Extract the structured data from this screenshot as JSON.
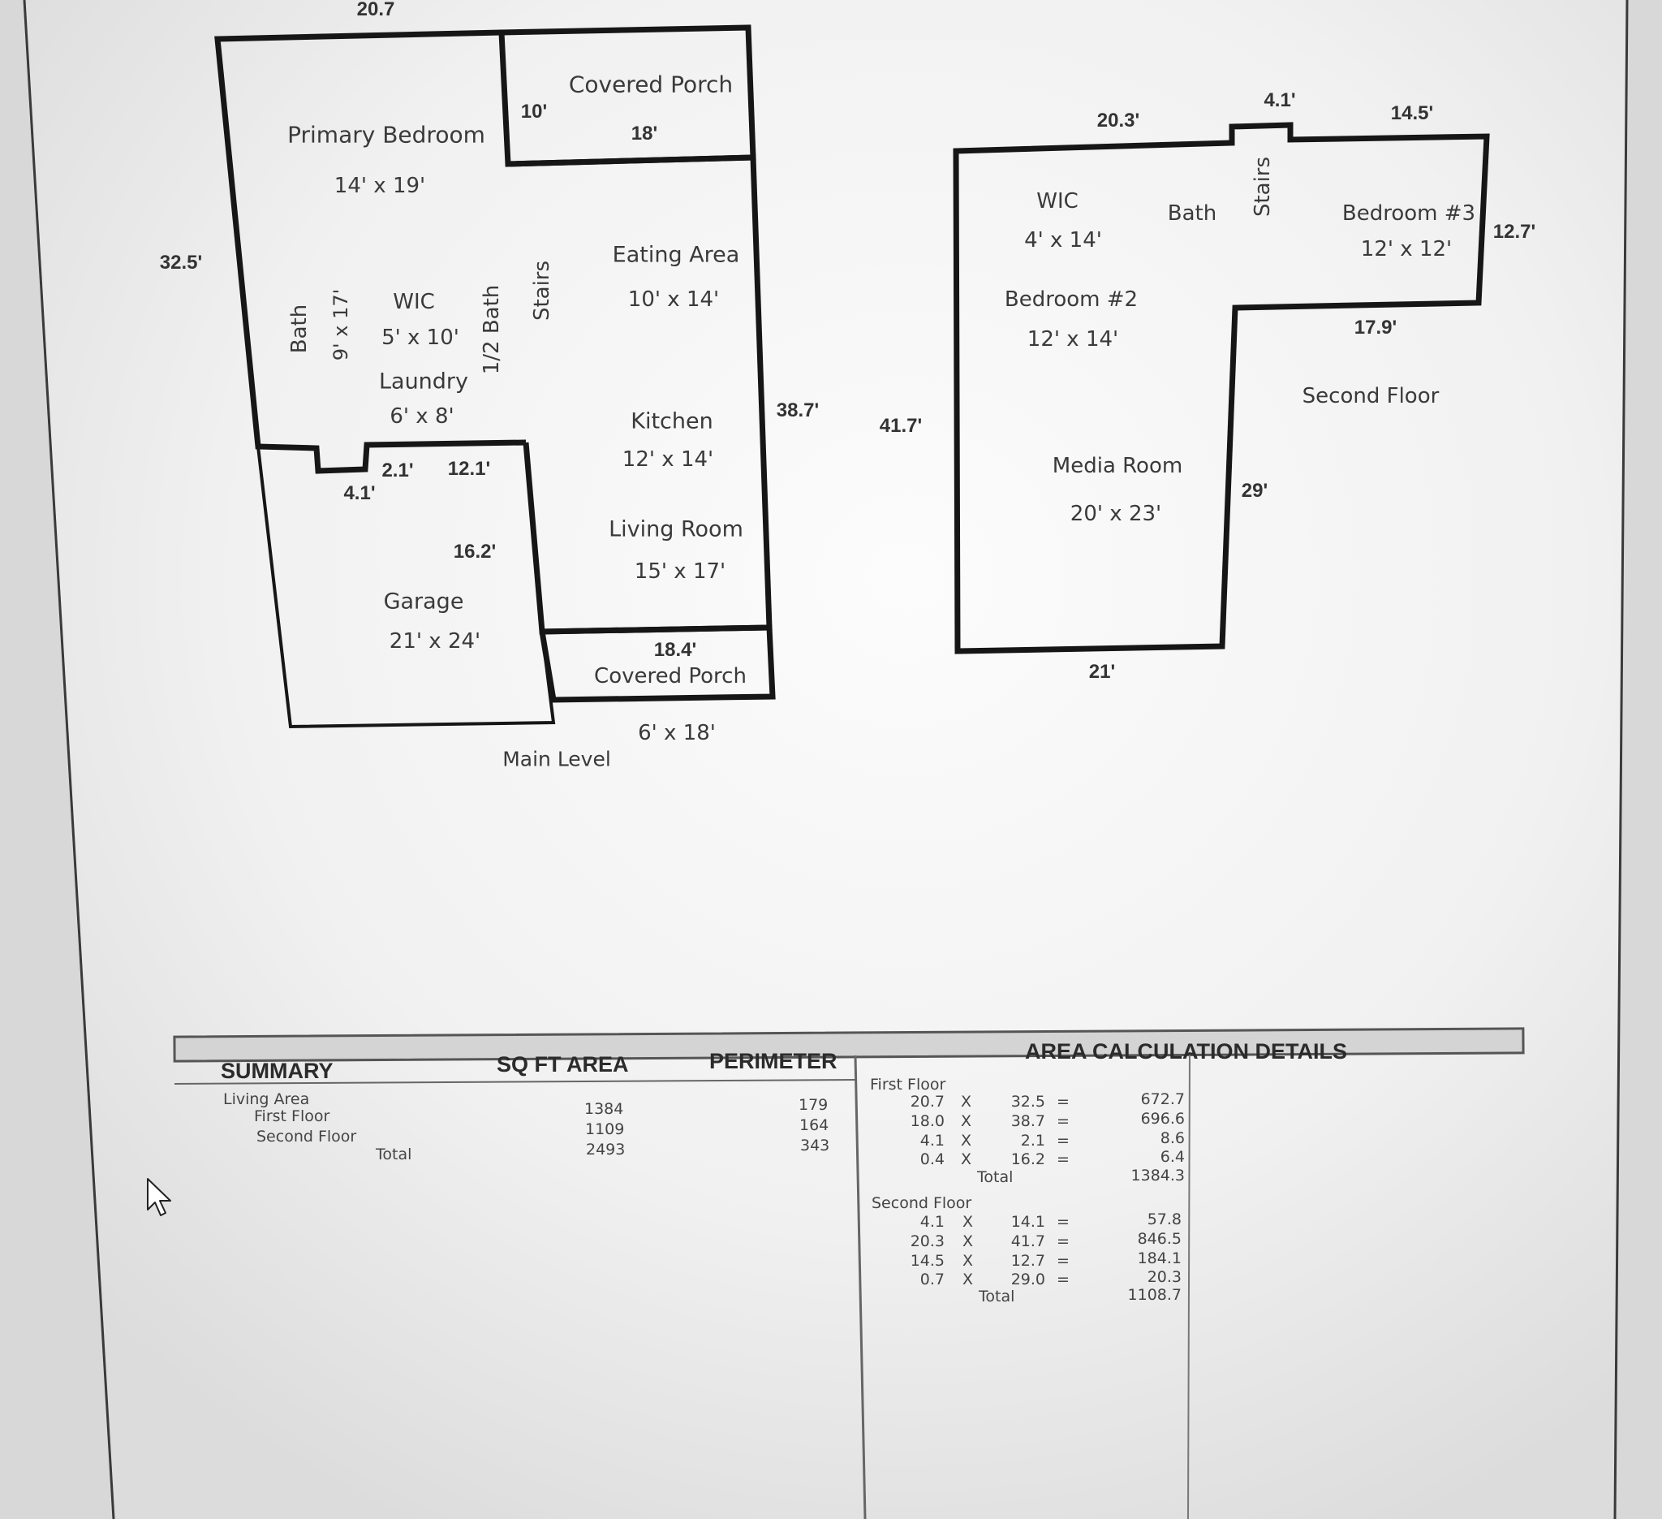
{
  "main_level": {
    "caption": "Main Level",
    "rooms": {
      "covered_porch_top": {
        "name": "Covered Porch",
        "dim1": "10'",
        "dim2": "18'"
      },
      "primary_bedroom": {
        "name": "Primary Bedroom",
        "size": "14' x 19'"
      },
      "bath": {
        "name": "Bath",
        "size": "9' x 17'"
      },
      "wic": {
        "name": "WIC",
        "size": "5' x 10'"
      },
      "laundry": {
        "name": "Laundry",
        "size": "6' x 8'"
      },
      "half_bath": {
        "name": "1/2 Bath"
      },
      "stairs": {
        "name": "Stairs"
      },
      "eating_area": {
        "name": "Eating Area",
        "size": "10' x 14'"
      },
      "kitchen": {
        "name": "Kitchen",
        "size": "12' x 14'"
      },
      "living_room": {
        "name": "Living Room",
        "size": "15' x 17'"
      },
      "garage": {
        "name": "Garage",
        "size": "21' x 24'"
      },
      "covered_porch_bottom": {
        "name": "Covered Porch",
        "dim": "18.4'",
        "size": "6' x 18'"
      }
    },
    "dimensions": {
      "top": "20.7",
      "left": "32.5'",
      "right": "38.7'",
      "notch_depth": "2.1'",
      "notch_width": "4.1'",
      "garage_top": "12.1'",
      "garage_side": "16.2'"
    }
  },
  "second_floor": {
    "caption": "Second Floor",
    "rooms": {
      "wic": {
        "name": "WIC",
        "size": "4' x 14'"
      },
      "bath": {
        "name": "Bath"
      },
      "stairs": {
        "name": "Stairs"
      },
      "bedroom3": {
        "name": "Bedroom #3",
        "size": "12' x 12'"
      },
      "bedroom2": {
        "name": "Bedroom #2",
        "size": "12' x 14'"
      },
      "media_room": {
        "name": "Media Room",
        "size": "20' x 23'"
      }
    },
    "dimensions": {
      "top_left": "20.3'",
      "stair_bump": "4.1'",
      "top_right": "14.5'",
      "right": "12.7'",
      "inner_step": "17.9'",
      "inner_side": "29'",
      "bottom": "21'",
      "left": "41.7'"
    }
  },
  "summary": {
    "headers": {
      "summary": "SUMMARY",
      "area": "SQ FT AREA",
      "perimeter": "PERIMETER"
    },
    "living_area_label": "Living Area",
    "rows": [
      {
        "label": "First Floor",
        "area": "1384",
        "perimeter": "179"
      },
      {
        "label": "Second Floor",
        "area": "1109",
        "perimeter": "164"
      },
      {
        "label": "Total",
        "area": "2493",
        "perimeter": "343"
      }
    ]
  },
  "area_details": {
    "header": "AREA CALCULATION DETAILS",
    "sections": [
      {
        "title": "First Floor",
        "rows": [
          {
            "a": "20.7",
            "op": "X",
            "b": "32.5",
            "eq": "=",
            "result": "672.7"
          },
          {
            "a": "18.0",
            "op": "X",
            "b": "38.7",
            "eq": "=",
            "result": "696.6"
          },
          {
            "a": "4.1",
            "op": "X",
            "b": "2.1",
            "eq": "=",
            "result": "8.6"
          },
          {
            "a": "0.4",
            "op": "X",
            "b": "16.2",
            "eq": "=",
            "result": "6.4"
          }
        ],
        "total_label": "Total",
        "total": "1384.3"
      },
      {
        "title": "Second Floor",
        "rows": [
          {
            "a": "4.1",
            "op": "X",
            "b": "14.1",
            "eq": "=",
            "result": "57.8"
          },
          {
            "a": "20.3",
            "op": "X",
            "b": "41.7",
            "eq": "=",
            "result": "846.5"
          },
          {
            "a": "14.5",
            "op": "X",
            "b": "12.7",
            "eq": "=",
            "result": "184.1"
          },
          {
            "a": "0.7",
            "op": "X",
            "b": "29.0",
            "eq": "=",
            "result": "20.3"
          }
        ],
        "total_label": "Total",
        "total": "1108.7"
      }
    ]
  },
  "colors": {
    "wall": "#161616",
    "paper": "#f4f4f4",
    "rule": "#555555",
    "header_band": "#d4d4d4"
  },
  "cursor_icon": "mouse-pointer-icon"
}
